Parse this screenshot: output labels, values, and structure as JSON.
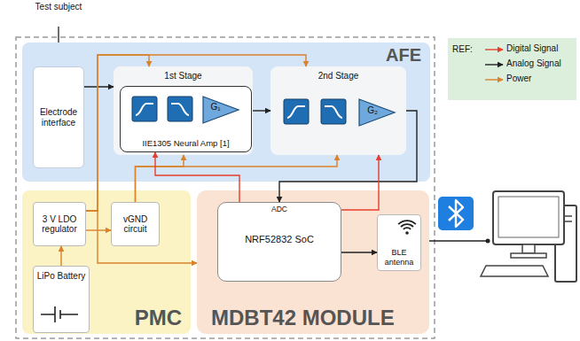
{
  "diagram": {
    "nodes": [
      {
        "text": [
          "AFE"
        ]
      },
      {
        "text": [
          "Electrode interface"
        ],
        "in": 0
      },
      {
        "text": [
          "1st Stage"
        ],
        "in": 0
      },
      {
        "text": [
          "IIE1305 Neural Amp [1]"
        ],
        "in": 2
      },
      {
        "text": [
          "2nd Stage"
        ],
        "in": 0
      },
      {
        "text": [
          "PMC"
        ]
      },
      {
        "text": [
          "3 V LDO regulator"
        ],
        "in": 5
      },
      {
        "text": [
          "vGND circuit"
        ],
        "in": 5
      },
      {
        "text": [
          "LiPo Battery"
        ],
        "in": 5
      },
      {
        "text": [
          "MDBT42 MODULE"
        ]
      },
      {
        "text": [
          "ADC",
          "NRF52832 SoC"
        ],
        "in": 9
      },
      {
        "text": [
          "BLE antenna"
        ],
        "in": 9
      }
    ],
    "edges": [
      {
        "from": 1,
        "to": 2,
        "arrow": "to"
      },
      {
        "from": 2,
        "to": 4,
        "arrow": "to"
      },
      {
        "from": 4,
        "to": 10,
        "arrow": "to"
      },
      {
        "from": 8,
        "to": 6,
        "arrow": "to"
      },
      {
        "from": 6,
        "to": 2,
        "arrow": "to"
      },
      {
        "from": 6,
        "to": 4,
        "arrow": "to"
      },
      {
        "from": 6,
        "to": 9,
        "arrow": "to"
      },
      {
        "from": 6,
        "to": 7,
        "arrow": "to"
      },
      {
        "from": 7,
        "to": 2,
        "arrow": "to"
      },
      {
        "from": 7,
        "to": 4,
        "arrow": "to"
      },
      {
        "from": 10,
        "to": 3,
        "arrow": "to"
      },
      {
        "from": 10,
        "to": 4,
        "arrow": "to"
      },
      {
        "from": 10,
        "to": 11,
        "arrow": "to"
      }
    ],
    "labels": [
      "Test subject",
      "G₁",
      "G₂",
      "REF:"
    ],
    "legend": [
      {
        "text": "Digital Signal"
      },
      {
        "text": "Analog Signal"
      },
      {
        "text": "Power"
      }
    ]
  }
}
